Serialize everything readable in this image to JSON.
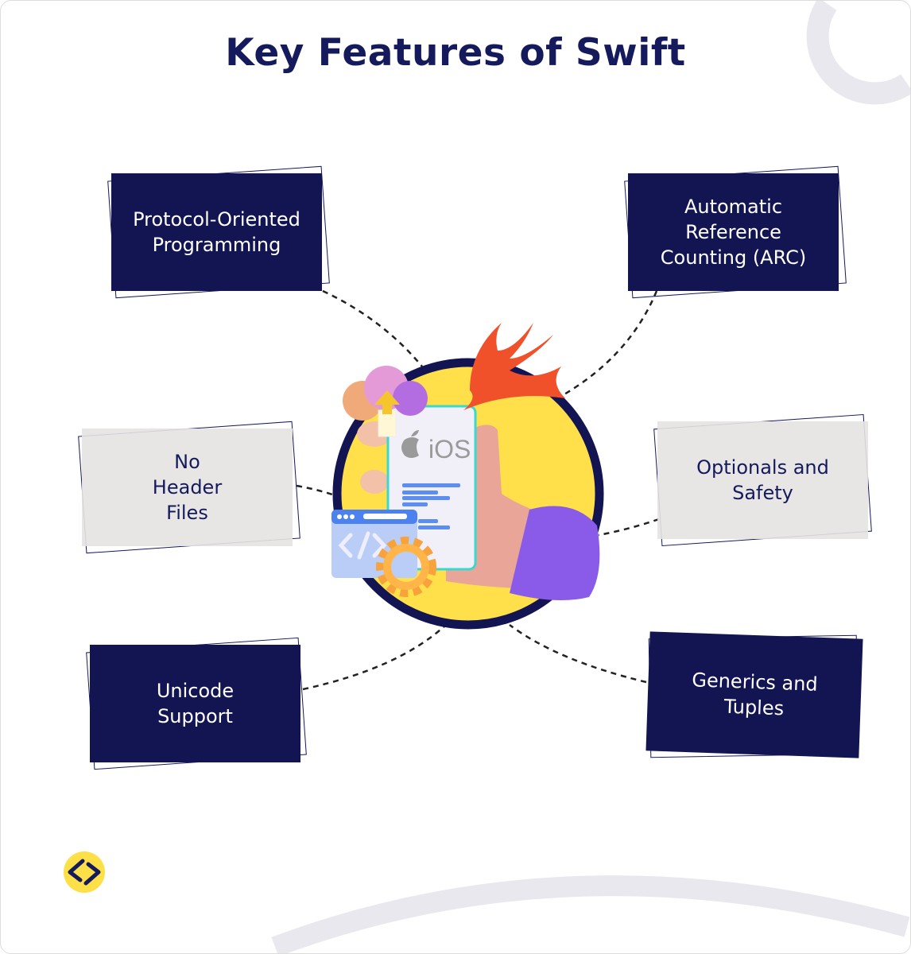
{
  "title": "Key Features of Swift",
  "features": [
    {
      "label": "Protocol-Oriented Programming"
    },
    {
      "label": "Automatic Reference Counting (ARC)"
    },
    {
      "label": "No Header Files"
    },
    {
      "label": "Optionals and Safety"
    },
    {
      "label": "Unicode Support"
    },
    {
      "label": "Generics and Tuples"
    }
  ],
  "illustration": {
    "phone_text": "iOS"
  },
  "colors": {
    "navy": "#131553",
    "yellow": "#ffe04a",
    "gray_card": "#e6e3e2",
    "swift_orange": "#f0502a"
  }
}
